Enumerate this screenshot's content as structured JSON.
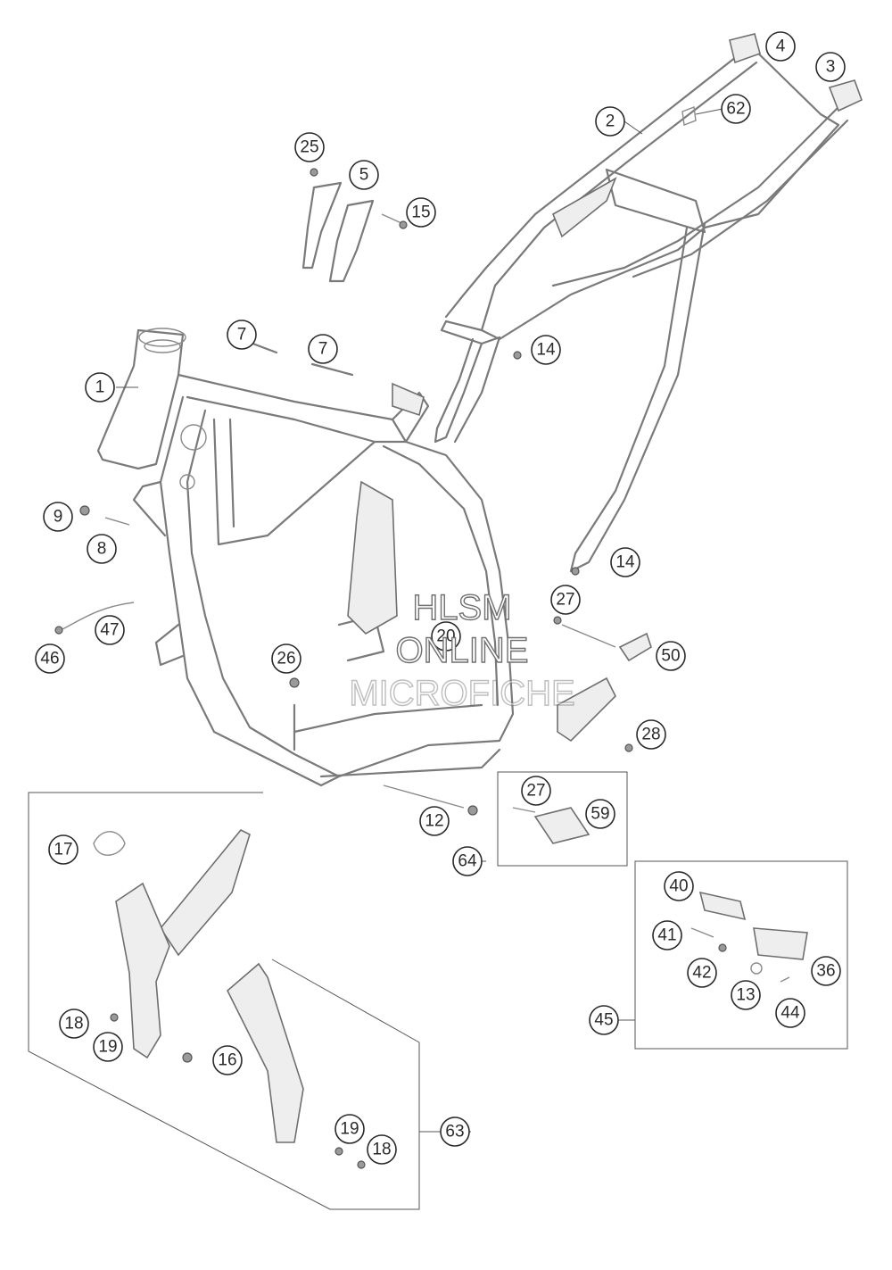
{
  "watermark": {
    "line1": "HLSM",
    "line2": "ONLINE",
    "line3": "MICROFICHE"
  },
  "callouts": [
    "1",
    "2",
    "3",
    "4",
    "5",
    "7",
    "7",
    "8",
    "9",
    "12",
    "13",
    "14",
    "14",
    "15",
    "16",
    "17",
    "18",
    "18",
    "19",
    "19",
    "20",
    "25",
    "26",
    "27",
    "27",
    "28",
    "36",
    "40",
    "41",
    "42",
    "44",
    "45",
    "46",
    "47",
    "50",
    "59",
    "62",
    "63",
    "64"
  ],
  "colors": {
    "line": "#7a7a7a",
    "ink": "#2a2a2a",
    "background": "#ffffff"
  }
}
